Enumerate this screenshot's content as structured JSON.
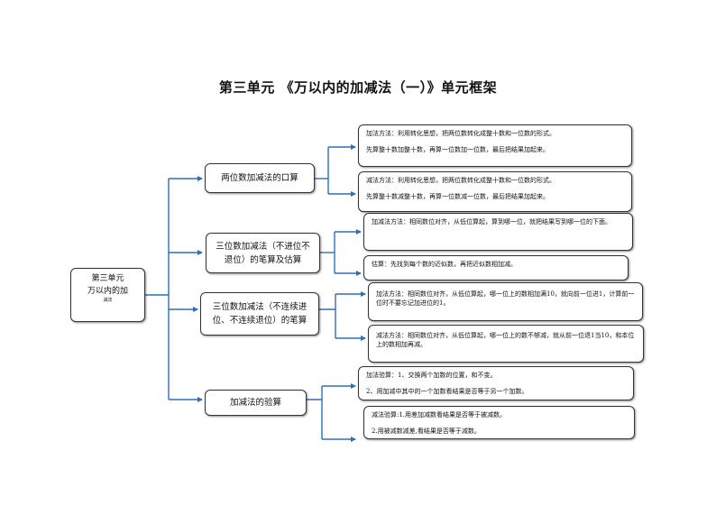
{
  "title": "第三单元 《万以内的加减法（一）》单元框架",
  "root": {
    "line1": "第三单元",
    "line2": "万以内的加",
    "line3": "减法"
  },
  "branches": [
    {
      "label": "两位数加减法的口算",
      "leaves": [
        {
          "lines": [
            "加法方法：利用转化思想，把两位数转化成整十数和一位数的形式。",
            "先算整十数加整十数，再算一位数加一位数，最后把结果加起来。"
          ]
        },
        {
          "lines": [
            "减法方法：利用转化思想，把两位数转化成整十数和一位数的形式。",
            "先算整十数减整十数，再算一位数减一位数，最后把结果加起来。"
          ]
        }
      ]
    },
    {
      "label": "三位数加减法（不进位不退位）的笔算及估算",
      "leaves": [
        {
          "lines": [
            "加减法方法：相同数位对齐，从低位算起，算到哪一位，就把结果写到哪一位的下面。"
          ]
        },
        {
          "lines": [
            "估算：先找到每个数的近似数，再把近似数相加减。"
          ]
        }
      ]
    },
    {
      "label": "三位数加减法（不连续进位、不连续退位）的笔算",
      "leaves": [
        {
          "lines": [
            "加法方法：相同数位对齐，从低位算起，哪一位上的数相加满10，就向前一位进1，计算前一位时不要忘记加进位的1。"
          ]
        },
        {
          "lines": [
            "减法方法：相同数位对齐，从低位算起，哪一位上的数不够减，就从前一位退1当10，和本位上的数相加再减。"
          ]
        }
      ]
    },
    {
      "label": "加减法的验算",
      "leaves": [
        {
          "lines": [
            "加法验算：1、交换两个加数的位置，和不变。",
            "2、用加减中其中的一个加数看结果是否等于另一个加数。"
          ]
        },
        {
          "lines": [
            "减法验算:1.用差加减数看结果是否等于被减数。",
            "2.用被减数减差,看结果是否等于减数。"
          ]
        }
      ]
    }
  ]
}
